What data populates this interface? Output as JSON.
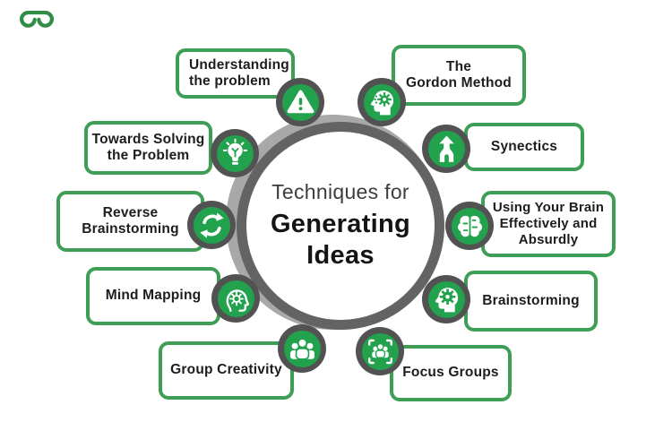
{
  "logo": {
    "alt": "GeeksforGeeks logo"
  },
  "center": {
    "intro": "Techniques for",
    "title_line1": "Generating",
    "title_line2": "Ideas"
  },
  "colors": {
    "brand_green": "#2f8d46",
    "box_border_green": "#3f9e55",
    "icon_green": "#23a24e",
    "icon_ring_gray": "#525252",
    "circle_ring_dark": "#636363",
    "circle_ring_light": "#a8a8a8",
    "text_dark": "#1d1d1d"
  },
  "techniques": [
    {
      "id": "understanding",
      "icon": "warning-triangle-icon",
      "label": "Understanding the problem",
      "lines": [
        "Understanding",
        "the problem"
      ]
    },
    {
      "id": "gordon",
      "icon": "head-gear-icon",
      "label": "The Gordon Method",
      "lines": [
        "The",
        "Gordon Method"
      ]
    },
    {
      "id": "towards",
      "icon": "lightbulb-icon",
      "label": "Towards Solving the Problem",
      "lines": [
        "Towards Solving",
        "the Problem"
      ]
    },
    {
      "id": "synectics",
      "icon": "merge-arrows-icon",
      "label": "Synectics",
      "lines": [
        "Synectics"
      ]
    },
    {
      "id": "reverse",
      "icon": "cycle-arrows-icon",
      "label": "Reverse Brainstorming",
      "lines": [
        "Reverse",
        "Brainstorming"
      ]
    },
    {
      "id": "usingbrain",
      "icon": "brain-icon",
      "label": "Using Your Brain Effectively and Absurdly",
      "lines": [
        "Using Your Brain",
        "Effectively and",
        "Absurdly"
      ]
    },
    {
      "id": "mindmapping",
      "icon": "head-cog-outline-icon",
      "label": "Mind Mapping",
      "lines": [
        "Mind Mapping"
      ]
    },
    {
      "id": "brainstorming",
      "icon": "head-cog-icon",
      "label": "Brainstorming",
      "lines": [
        "Brainstorming"
      ]
    },
    {
      "id": "groupcreativity",
      "icon": "people-group-icon",
      "label": "Group Creativity",
      "lines": [
        "Group Creativity"
      ]
    },
    {
      "id": "focusgroups",
      "icon": "focus-frame-people-icon",
      "label": "Focus Groups",
      "lines": [
        "Focus Groups"
      ]
    }
  ]
}
